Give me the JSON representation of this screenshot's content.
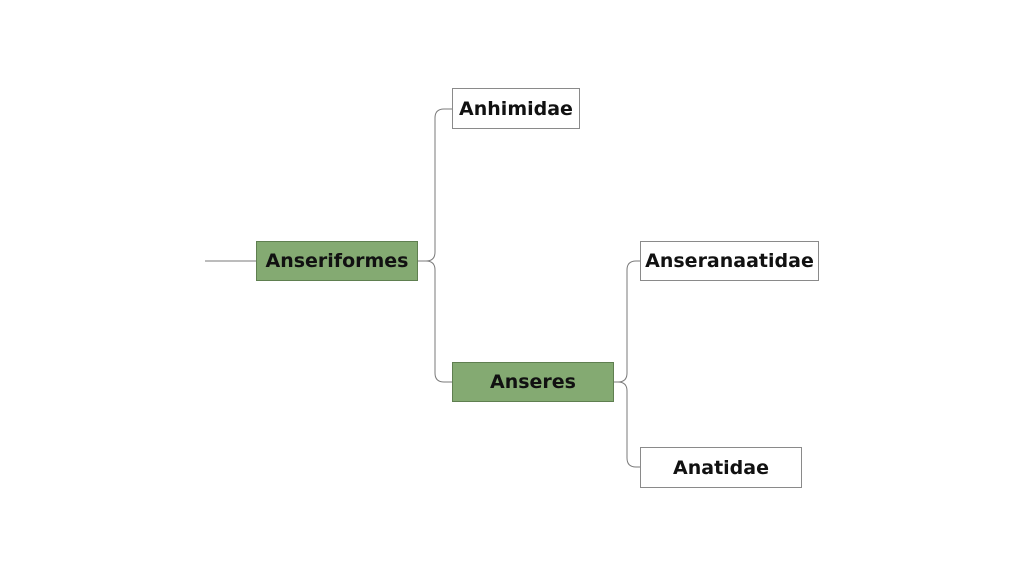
{
  "tree": {
    "root": {
      "label": "Anseriformes",
      "color": "#84aa72",
      "children": {
        "anhimidae": {
          "label": "Anhimidae"
        },
        "anseres": {
          "label": "Anseres",
          "color": "#84aa72",
          "children": {
            "anseranatidae": {
              "label": "Anseranaatidae"
            },
            "anatidae": {
              "label": "Anatidae"
            }
          }
        }
      }
    },
    "leaf_color": "#ffffff",
    "line_color": "#7a7a7a"
  }
}
